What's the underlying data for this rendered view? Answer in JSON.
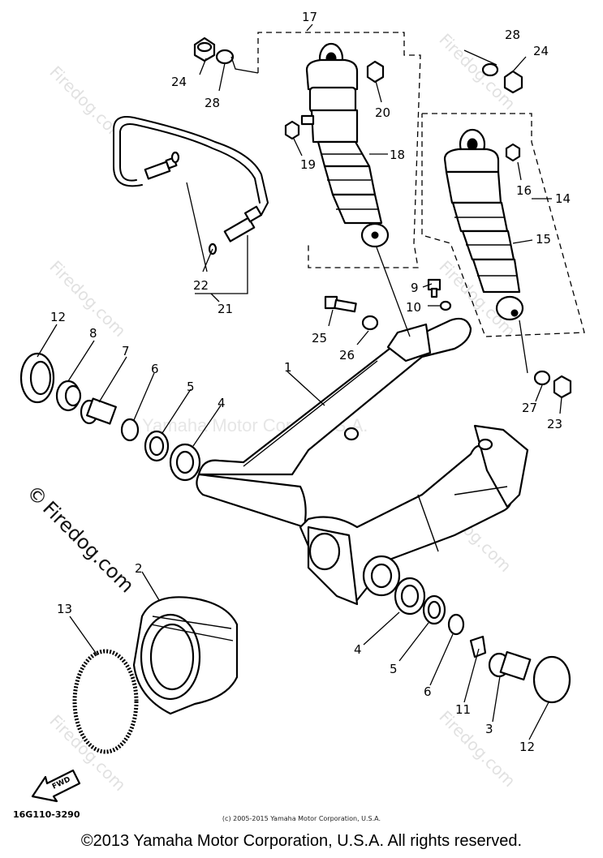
{
  "diagram": {
    "code": "16G110-3290",
    "fwd_label": "FWD",
    "small_copyright": "(c) 2005-2015 Yamaha Motor Corporation, U.S.A.",
    "footer": "©2013 Yamaha Motor Corporation, U.S.A. All rights reserved.",
    "watermark": "Firedog.com",
    "watermark_symbol": "©",
    "center_watermark": "Yamaha Motor Corp., U.S.A."
  },
  "callouts": {
    "c1": "1",
    "c2": "2",
    "c3": "3",
    "c4a": "4",
    "c4b": "4",
    "c5a": "5",
    "c5b": "5",
    "c6a": "6",
    "c6b": "6",
    "c7": "7",
    "c8": "8",
    "c9": "9",
    "c10": "10",
    "c11": "11",
    "c12a": "12",
    "c12b": "12",
    "c13": "13",
    "c14": "14",
    "c15": "15",
    "c16": "16",
    "c17": "17",
    "c18": "18",
    "c19": "19",
    "c20": "20",
    "c21": "21",
    "c22": "22",
    "c23": "23",
    "c24a": "24",
    "c24b": "24",
    "c25": "25",
    "c26": "26",
    "c27": "27",
    "c28a": "28",
    "c28b": "28"
  }
}
